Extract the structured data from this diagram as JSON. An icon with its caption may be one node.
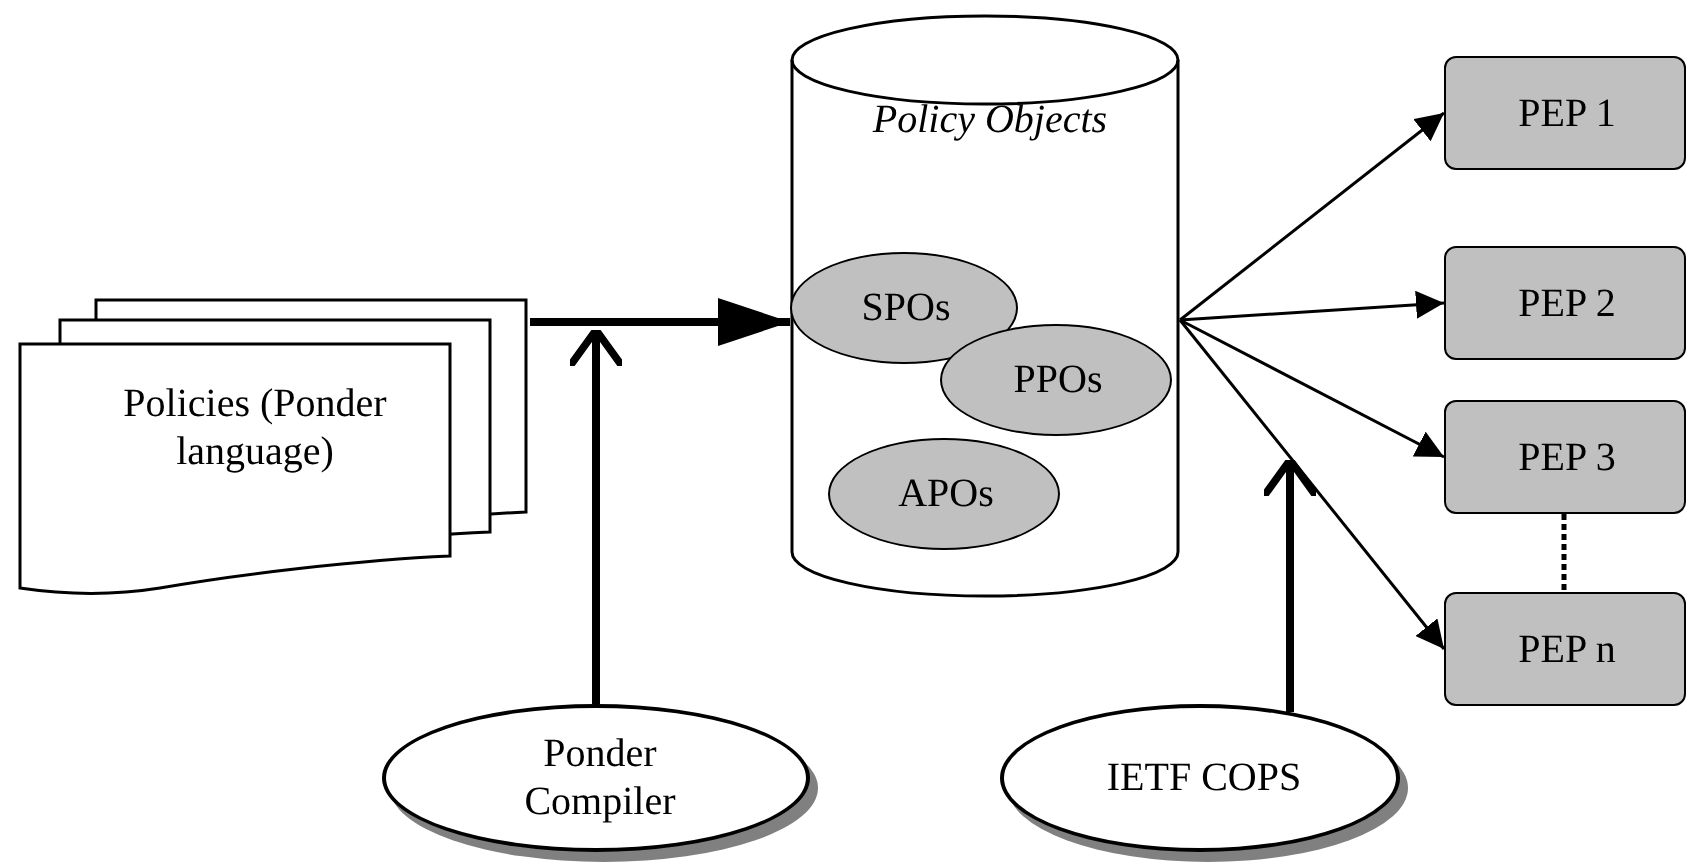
{
  "diagram": {
    "nodes": [
      {
        "text": [
          "Policies (Ponder language)"
        ]
      },
      {
        "text": [
          "Policy Objects"
        ]
      },
      {
        "text": [
          "SPOs"
        ],
        "in": 1
      },
      {
        "text": [
          "PPOs"
        ],
        "in": 1
      },
      {
        "text": [
          "APOs"
        ],
        "in": 1
      },
      {
        "text": [
          "PEP 1"
        ]
      },
      {
        "text": [
          "PEP 2"
        ]
      },
      {
        "text": [
          "PEP 3"
        ]
      },
      {
        "text": [
          "PEP n"
        ]
      },
      {
        "text": [
          "Ponder Compiler"
        ]
      },
      {
        "text": [
          "IETF COPS"
        ]
      }
    ],
    "edges": [
      {
        "from": 0,
        "to": 1,
        "arrow": "to",
        "style": "thick"
      },
      {
        "from": 9,
        "to": null,
        "arrow": "to",
        "style": "thick"
      },
      {
        "from": 10,
        "to": null,
        "arrow": "to",
        "style": "thick"
      },
      {
        "from": 1,
        "to": 5,
        "arrow": "to"
      },
      {
        "from": 1,
        "to": 6,
        "arrow": "to"
      },
      {
        "from": 1,
        "to": 7,
        "arrow": "to"
      },
      {
        "from": 1,
        "to": 8,
        "arrow": "to"
      },
      {
        "from": 7,
        "to": 8,
        "arrow": "none",
        "style": "dashed"
      }
    ]
  }
}
